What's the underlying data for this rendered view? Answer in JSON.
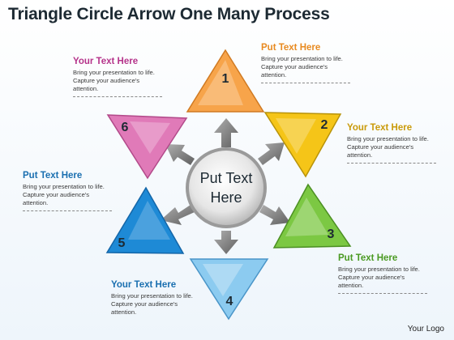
{
  "title": "Triangle Circle Arrow One Many Process",
  "center": {
    "line1": "Put Text",
    "line2": "Here"
  },
  "steps": [
    {
      "number": "1",
      "color": "#f7a44a"
    },
    {
      "number": "2",
      "color": "#f5c518"
    },
    {
      "number": "3",
      "color": "#7cc843"
    },
    {
      "number": "4",
      "color": "#8ccbf0"
    },
    {
      "number": "5",
      "color": "#1e8ad6"
    },
    {
      "number": "6",
      "color": "#e07ab8"
    }
  ],
  "callouts": [
    {
      "heading": "Put Text Here",
      "color": "#e88a1f",
      "line1": "Bring your presentation to life.",
      "line2": "Capture your audience's",
      "line3": "attention."
    },
    {
      "heading": "Your Text Here",
      "color": "#c99a0a",
      "line1": "Bring your presentation to life.",
      "line2": "Capture your audience's",
      "line3": "attention."
    },
    {
      "heading": "Put Text Here",
      "color": "#4a9a22",
      "line1": "Bring your presentation to life.",
      "line2": "Capture your audience's",
      "line3": "attention."
    },
    {
      "heading": "Your Text Here",
      "color": "#1a6fb0",
      "line1": "Bring your presentation to life.",
      "line2": "Capture your audience's",
      "line3": "attention."
    },
    {
      "heading": "Put Text Here",
      "color": "#1a6fb0",
      "line1": "Bring your presentation to life.",
      "line2": "Capture your audience's",
      "line3": "attention."
    },
    {
      "heading": "Your Text Here",
      "color": "#b5338a",
      "line1": "Bring your presentation to life.",
      "line2": "Capture your audience's",
      "line3": "attention."
    }
  ],
  "logo": "Your Logo"
}
